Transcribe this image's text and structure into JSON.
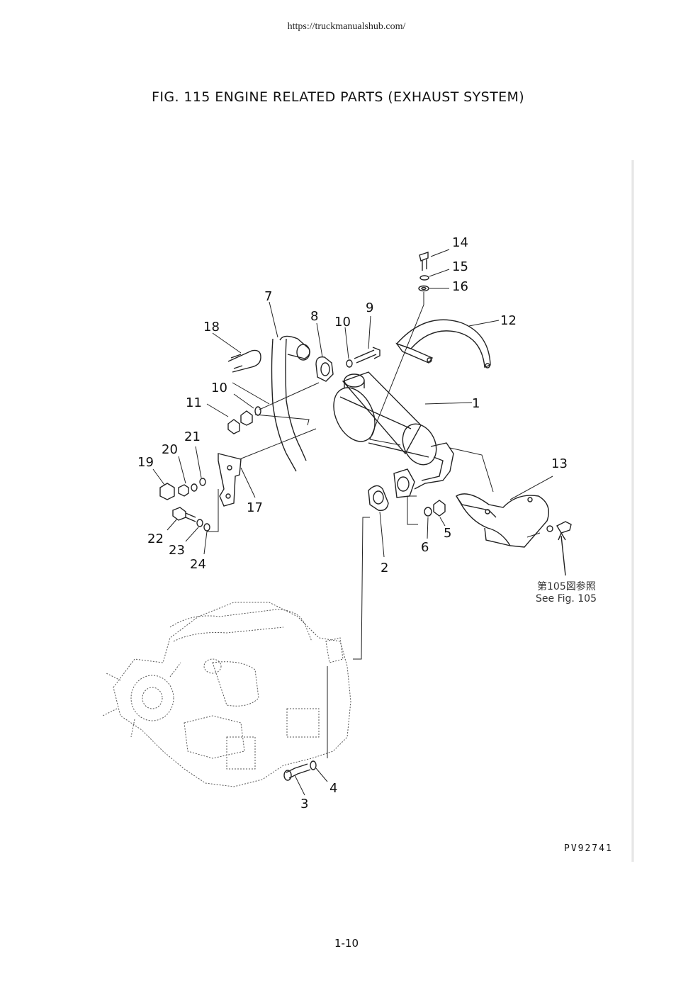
{
  "header": {
    "url": "https://truckmanualshub.com/"
  },
  "figure": {
    "title": "FIG. 115 ENGINE RELATED PARTS (EXHAUST SYSTEM)",
    "drawing_code": "PV92741",
    "cross_ref_jp": "第105図参照",
    "cross_ref_en": "See Fig. 105",
    "callouts": {
      "c1": "1",
      "c2": "2",
      "c3": "3",
      "c4": "4",
      "c5": "5",
      "c6": "6",
      "c7": "7",
      "c8": "8",
      "c9": "9",
      "c10a": "10",
      "c10b": "10",
      "c11": "11",
      "c12": "12",
      "c13": "13",
      "c14": "14",
      "c15": "15",
      "c16": "16",
      "c17": "17",
      "c18": "18",
      "c19": "19",
      "c20": "20",
      "c21": "21",
      "c22": "22",
      "c23": "23",
      "c24": "24"
    }
  },
  "footer": {
    "page_number": "1-10"
  }
}
